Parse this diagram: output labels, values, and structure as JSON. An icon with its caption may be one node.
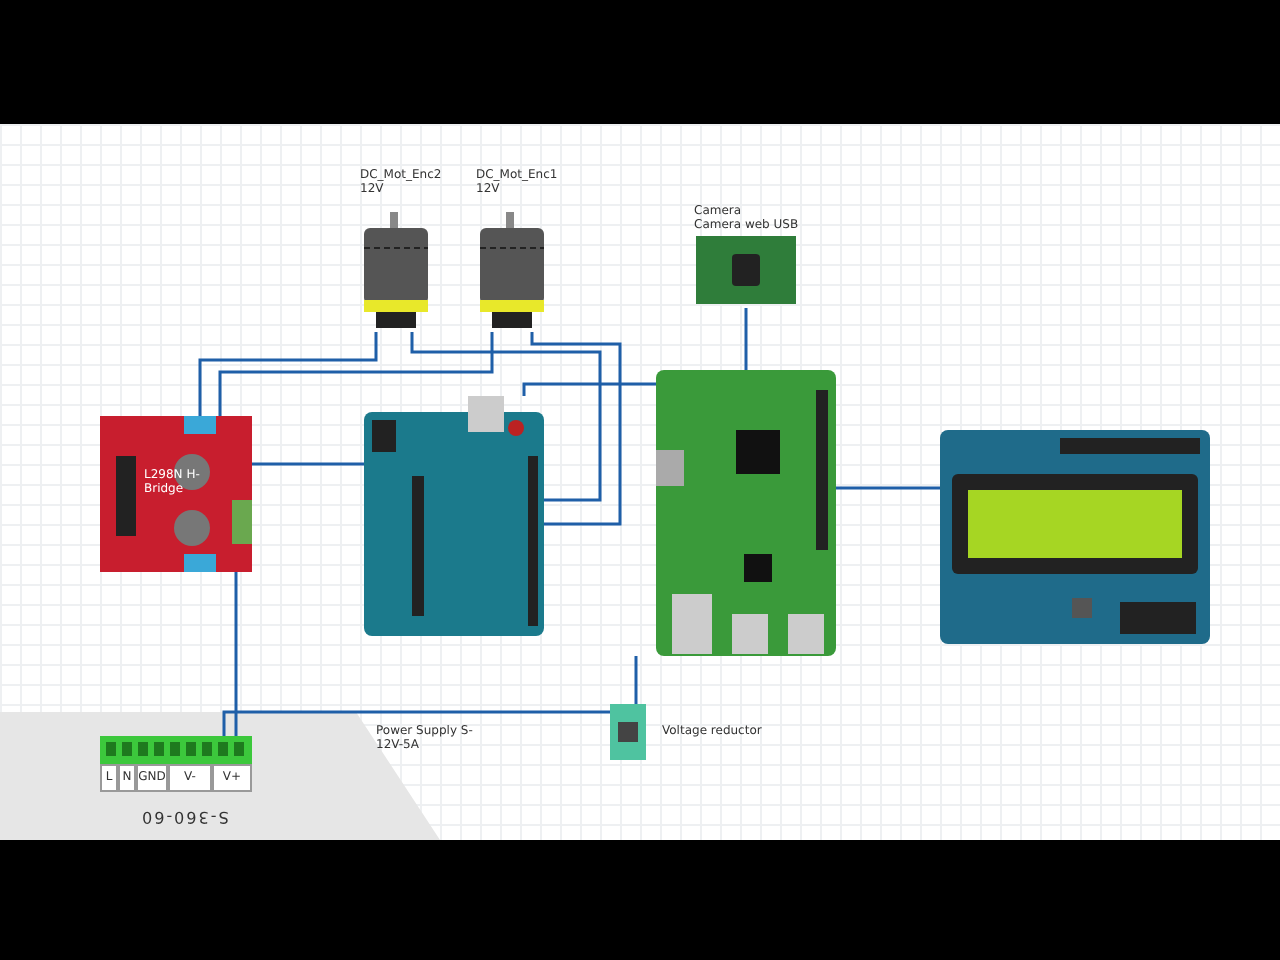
{
  "diagram": {
    "nodes": [
      {
        "text": [
          "DC_Mot_Enc2 12V"
        ]
      },
      {
        "text": [
          "DC_Mot_Enc1 12V"
        ]
      },
      {
        "text": [
          "Camera",
          "Camera web USB"
        ]
      },
      {
        "text": [
          "L298N H-Bridge"
        ]
      },
      {
        "text": [],
        "shape": "picture"
      },
      {
        "text": [],
        "shape": "picture"
      },
      {
        "text": [],
        "shape": "picture"
      },
      {
        "text": [
          "L",
          "N",
          "GND",
          "V-",
          "V+"
        ]
      },
      {
        "text": [],
        "shape": "picture",
        "beside": [
          "Voltage reductor"
        ]
      }
    ],
    "edges": [
      {
        "from": 0,
        "to": 3,
        "arrow": "none"
      },
      {
        "from": 1,
        "to": 3,
        "arrow": "none"
      },
      {
        "from": 0,
        "to": 4,
        "arrow": "none"
      },
      {
        "from": 1,
        "to": 4,
        "arrow": "none"
      },
      {
        "from": 3,
        "to": 4,
        "arrow": "none"
      },
      {
        "from": 3,
        "to": 7,
        "arrow": "none"
      },
      {
        "from": 4,
        "to": 5,
        "arrow": "none"
      },
      {
        "from": 2,
        "to": 5,
        "arrow": "none"
      },
      {
        "from": 5,
        "to": 6,
        "arrow": "none"
      },
      {
        "from": 7,
        "to": 8,
        "arrow": "none"
      },
      {
        "from": 8,
        "to": 5,
        "arrow": "none"
      }
    ],
    "labels": [
      "Power Supply S-12V-5A",
      "S-360-60"
    ]
  }
}
